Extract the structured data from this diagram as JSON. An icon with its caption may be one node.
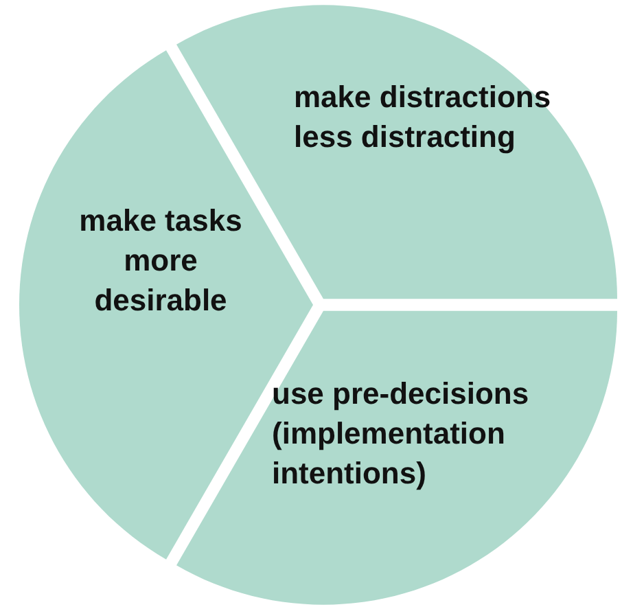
{
  "diagram": {
    "nodes": [
      {
        "text": [
          "make distractions less distracting"
        ]
      },
      {
        "text": [
          "make tasks more desirable"
        ]
      },
      {
        "text": [
          "use pre-decisions (implementation intentions)"
        ]
      }
    ]
  }
}
